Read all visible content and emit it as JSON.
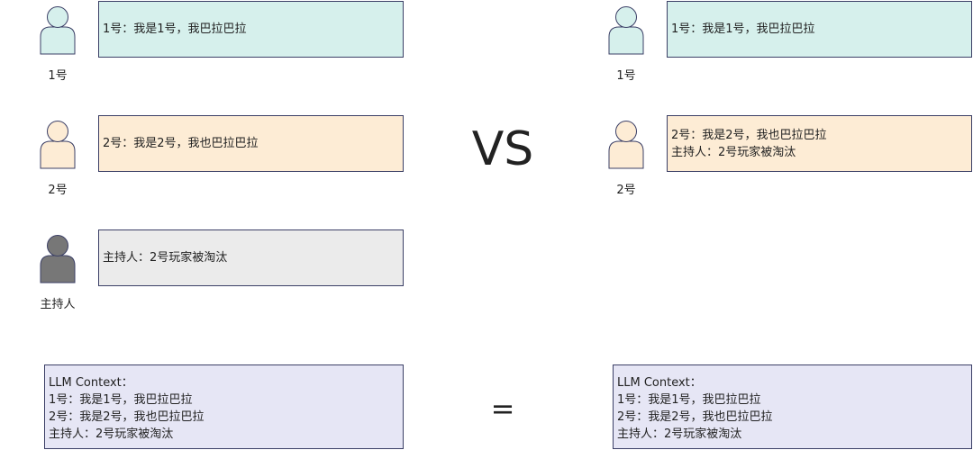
{
  "colors": {
    "player1": "#d6f0ec",
    "player2": "#fdecd5",
    "host": "#ebebeb",
    "host_avatar": "#777777",
    "context": "#e6e6f5",
    "border": "#3b3f66"
  },
  "left": {
    "player1": {
      "name": "1号",
      "message": "1号：我是1号，我巴拉巴拉"
    },
    "player2": {
      "name": "2号",
      "message": "2号：我是2号，我也巴拉巴拉"
    },
    "host": {
      "name": "主持人",
      "message": "主持人：2号玩家被淘汰"
    },
    "context": {
      "lines": [
        "LLM Context：",
        "1号：我是1号，我巴拉巴拉",
        "2号：我是2号，我也巴拉巴拉",
        "主持人：2号玩家被淘汰"
      ]
    }
  },
  "right": {
    "player1": {
      "name": "1号",
      "message": "1号：我是1号，我巴拉巴拉"
    },
    "player2": {
      "name": "2号",
      "lines": [
        "2号：我是2号，我也巴拉巴拉",
        "主持人：2号玩家被淘汰"
      ]
    },
    "context": {
      "lines": [
        "LLM Context：",
        "1号：我是1号，我巴拉巴拉",
        "2号：我是2号，我也巴拉巴拉",
        "主持人：2号玩家被淘汰"
      ]
    }
  },
  "vs_label": "VS",
  "equals_label": "="
}
